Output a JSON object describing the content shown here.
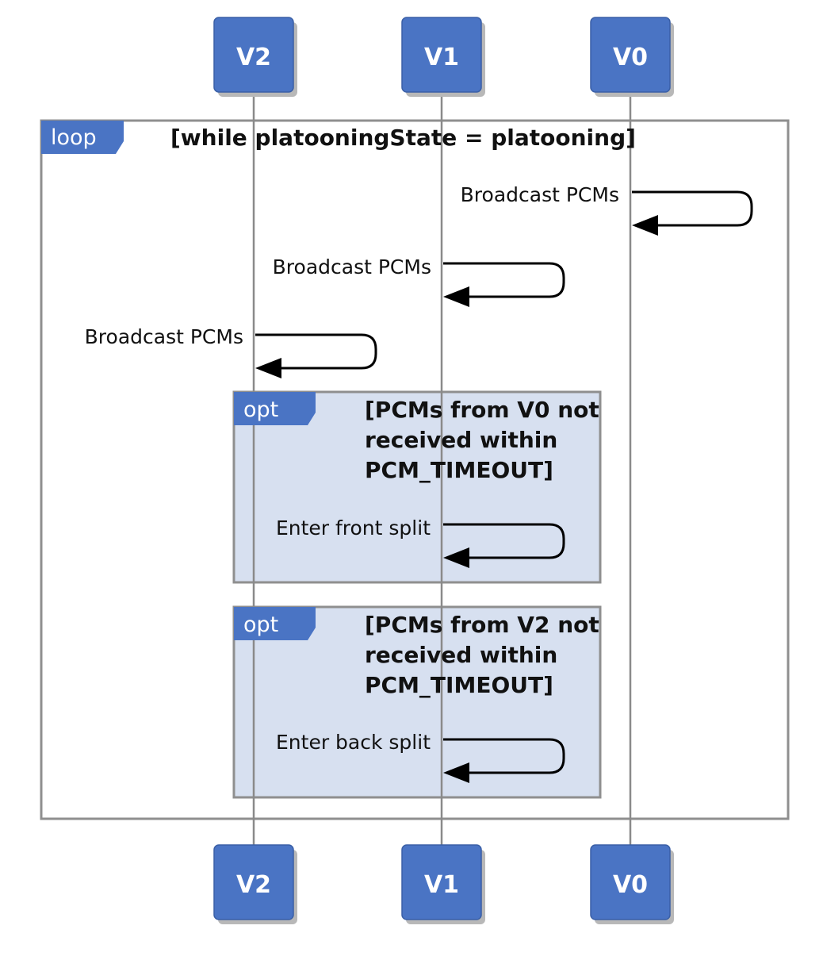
{
  "participants": [
    "V2",
    "V1",
    "V0"
  ],
  "loop": {
    "tag": "loop",
    "guard": "[while platooningState = platooning]"
  },
  "messages": [
    "Broadcast PCMs",
    "Broadcast PCMs",
    "Broadcast PCMs"
  ],
  "opt_blocks": [
    {
      "tag": "opt",
      "guard_lines": [
        "[PCMs from V0 not",
        "received within",
        "PCM_TIMEOUT]"
      ],
      "message": "Enter front split"
    },
    {
      "tag": "opt",
      "guard_lines": [
        "[PCMs from V2 not",
        "received within",
        "PCM_TIMEOUT]"
      ],
      "message": "Enter back split"
    }
  ],
  "colors": {
    "participant_fill": "#4a74c4",
    "opt_fill": "#d7e0f0",
    "frame_stroke": "#8f8f8f"
  }
}
